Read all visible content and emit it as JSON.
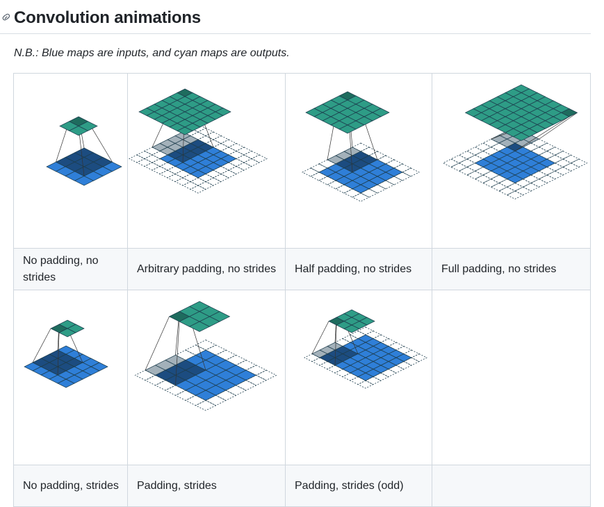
{
  "heading": {
    "title": "Convolution animations",
    "anchor_icon": "link-icon"
  },
  "note": "N.B.: Blue maps are inputs, and cyan maps are outputs.",
  "colors": {
    "input": "#2f7fd8",
    "input_dark": "#1c4c80",
    "output": "#2e9c86",
    "output_dark": "#1e6c5e",
    "padding": "#a3b1ba",
    "grid_line": "#1d3d4d"
  },
  "rows": [
    {
      "cells": [
        {
          "caption": "No padding, no strides",
          "image": "no-padding-no-strides"
        },
        {
          "caption": "Arbitrary padding, no strides",
          "image": "arbitrary-padding-no-strides"
        },
        {
          "caption": "Half padding, no strides",
          "image": "same-padding-no-strides"
        },
        {
          "caption": "Full padding, no strides",
          "image": "full-padding-no-strides"
        }
      ]
    },
    {
      "cells": [
        {
          "caption": "No padding, strides",
          "image": "no-padding-strides"
        },
        {
          "caption": "Padding, strides",
          "image": "padding-strides"
        },
        {
          "caption": "Padding, strides (odd)",
          "image": "padding-strides-odd"
        },
        {
          "caption": "",
          "image": ""
        }
      ]
    }
  ]
}
